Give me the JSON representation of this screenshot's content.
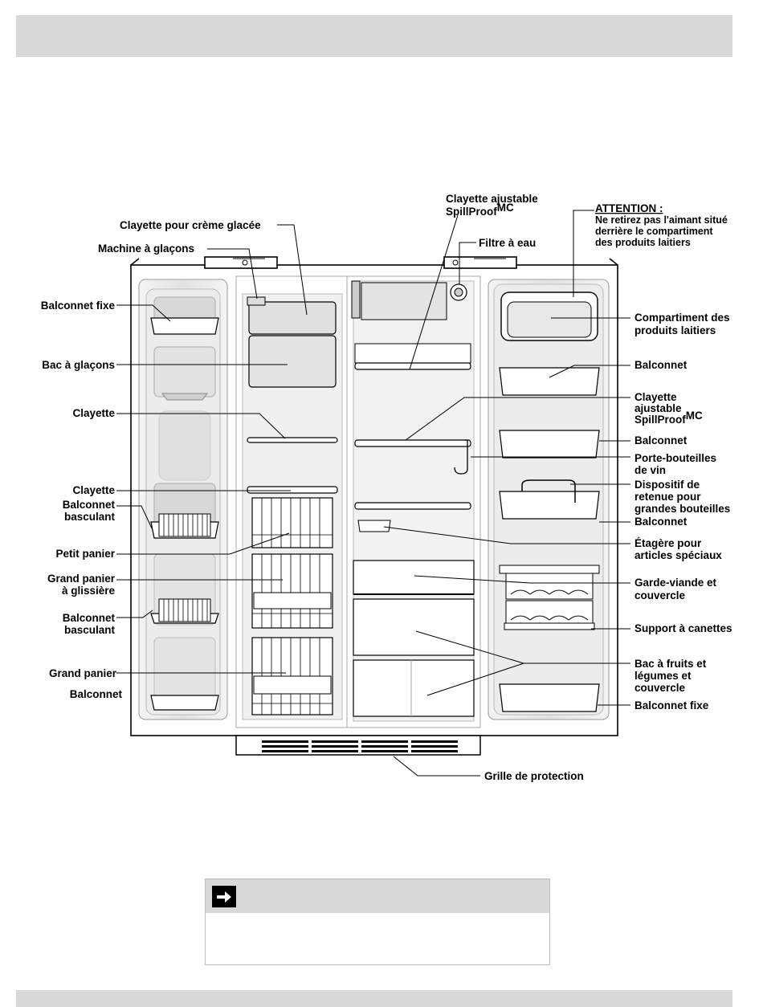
{
  "labels": {
    "clayette_ajustable_top": "Clayette ajustable",
    "spillproof_top": "SpillProof",
    "mc_top": "MC",
    "attention_title": "ATTENTION :",
    "attention_line1": "Ne retirez pas l'aimant situé",
    "attention_line2": "derrière le compartiment",
    "attention_line3": "des produits laitiers",
    "clayette_creme_glacee": "Clayette pour crème glacée",
    "filtre_eau": "Filtre à eau",
    "machine_glacons": "Machine à glaçons",
    "balconnet_fixe_left": "Balconnet fixe",
    "bac_glacons": "Bac à glaçons",
    "clayette_1": "Clayette",
    "clayette_2": "Clayette",
    "balconnet_basculant_1a": "Balconnet",
    "balconnet_basculant_1b": "basculant",
    "petit_panier": "Petit panier",
    "grand_panier_glissiere_a": "Grand panier",
    "grand_panier_glissiere_b": "à glissière",
    "balconnet_basculant_2a": "Balconnet",
    "balconnet_basculant_2b": "basculant",
    "grand_panier": "Grand panier",
    "balconnet_left_bottom": "Balconnet",
    "compartiment_a": "Compartiment des",
    "compartiment_b": "produits laitiers",
    "balconnet_r1": "Balconnet",
    "clayette_aj_a": "Clayette",
    "clayette_aj_b": "ajustable",
    "clayette_aj_c": "SpillProof",
    "clayette_aj_mc": "MC",
    "balconnet_r2": "Balconnet",
    "porte_bouteilles_a": "Porte-bouteilles",
    "porte_bouteilles_b": "de vin",
    "dispositif_a": "Dispositif de",
    "dispositif_b": "retenue pour",
    "dispositif_c": "grandes bouteilles",
    "balconnet_r3": "Balconnet",
    "etagere_a": "Étagère pour",
    "etagere_b": "articles spéciaux",
    "garde_viande_a": "Garde-viande et",
    "garde_viande_b": "couvercle",
    "support_canettes": "Support à canettes",
    "bac_fruits_a": "Bac à fruits et",
    "bac_fruits_b": "légumes et",
    "bac_fruits_c": "couvercle",
    "balconnet_fixe_right": "Balconnet fixe",
    "grille_protection": "Grille de protection"
  },
  "note": {
    "icon": "arrow-right-icon",
    "text": ""
  },
  "colors": {
    "band": "#d9d9d9",
    "panel": "#e6e6e6",
    "line": "#000000"
  }
}
